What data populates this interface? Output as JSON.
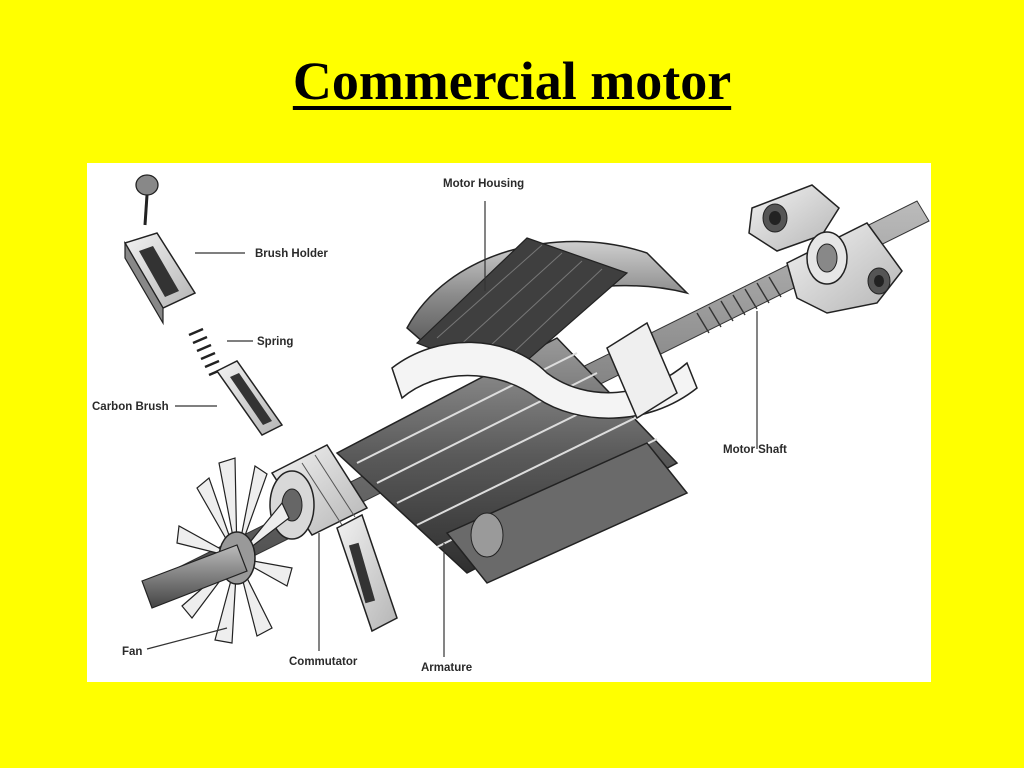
{
  "slide": {
    "background": "#ffff00",
    "title": "Commercial motor"
  },
  "diagram": {
    "labels": {
      "motor_housing": "Motor Housing",
      "brush_holder": "Brush Holder",
      "spring": "Spring",
      "carbon_brush": "Carbon Brush",
      "motor_shaft": "Motor Shaft",
      "fan": "Fan",
      "commutator": "Commutator",
      "armature": "Armature"
    }
  }
}
